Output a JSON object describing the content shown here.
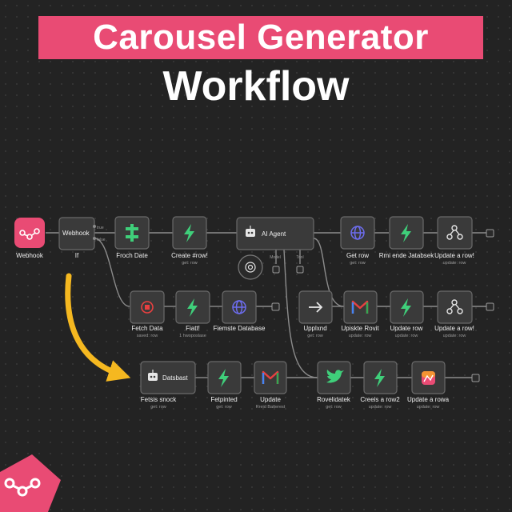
{
  "title": "Carousel Generator",
  "subtitle": "Workflow",
  "colors": {
    "accent": "#e94b74",
    "arrow": "#f5b820",
    "bolt": "#3fcf7a",
    "globe": "#6d6df0"
  },
  "row1": {
    "trigger_label": "Webhook",
    "webhook_inner": "Webhook",
    "if_label": "If",
    "branch_true": "true",
    "branch_false": "false",
    "fetch_date": "Froch Date",
    "fetch_date_sub": "",
    "create_row": "Create #row!",
    "create_row_sub": "get: row",
    "ai_agent": "AI Agent",
    "ai_port_1": "Model",
    "ai_port_2": "Tool",
    "get_row": "Get row",
    "get_row_sub": "get: row",
    "remote_db": "Rmi ende Jatabsek",
    "update_row": "Update a row!",
    "update_row_sub": "update: row"
  },
  "row2": {
    "fetch_data": "Fetch Data",
    "fetch_data_sub": "saved: row",
    "fiatt": "Fiatt!",
    "fiatt_sub": "1 hwoposlase",
    "remote_db": "Fiemste Database",
    "upsert": "Upplxnd",
    "upsert_sub": "get: row",
    "update_rowt": "Upiskte Rovit",
    "update_rowt_sub": "update: row",
    "update_row": "Update row",
    "update_row_sub": "update: row",
    "update_row2": "Update a row!",
    "update_row2_sub": "update: row"
  },
  "row3": {
    "database_inner": "Datsbast",
    "database_label": "Fetsis snock",
    "database_sub": "get: row",
    "fetplated": "Fetpinted",
    "fetplated_sub": "get: row",
    "update": "Update",
    "update_sub": "Rreid Batterest",
    "revalidatek": "Rovelidatek",
    "revalidatek_sub": "get: row",
    "create_row2": "Creeis a row2",
    "create_row2_sub": "update: row",
    "update_row3": "Update a rowa",
    "update_row3_sub": "update: row"
  }
}
